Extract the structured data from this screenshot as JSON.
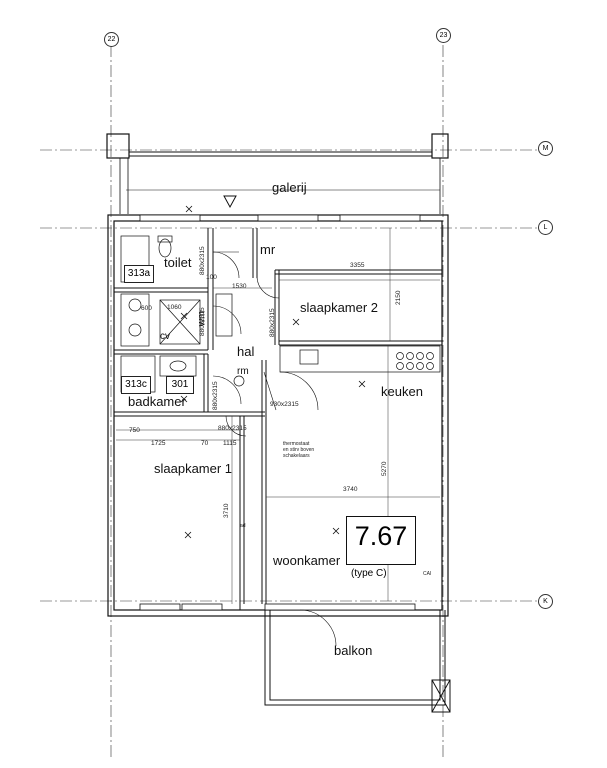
{
  "grid": {
    "col_22": "22",
    "col_23": "23",
    "row_M": "M",
    "row_L": "L",
    "row_K": "K"
  },
  "rooms": {
    "galerij": "galerij",
    "toilet": "toilet",
    "mr": "mr",
    "slaapkamer2": "slaapkamer 2",
    "hal": "hal",
    "rm": "rm",
    "keuken": "keuken",
    "badkamer": "badkamer",
    "slaapkamer1": "slaapkamer 1",
    "woonkamer": "woonkamer",
    "balkon": "balkon"
  },
  "codes": {
    "c313a": "313a",
    "c313c": "313c",
    "c301": "301",
    "cv": "cv",
    "wm": "wm"
  },
  "dimensions": {
    "d3355": "3355",
    "d1530": "1530",
    "d1060": "1060",
    "d2150": "2150",
    "d750": "750",
    "d1725": "1725",
    "d70": "70",
    "d1115": "1115",
    "d3740": "3740",
    "d5270": "5270",
    "d3710": "3710",
    "d600": "600",
    "d100": "100",
    "door_toilet": "880x2315",
    "door_slaap2": "880x2315",
    "door_bad": "880x2315",
    "door_slaap1": "880x2315",
    "door_wk": "930x2315",
    "door_hal": "880x2315"
  },
  "notes": {
    "thermostaat": [
      "thermostaat",
      "en stirv boven",
      "schakelaars"
    ],
    "ad": "ad",
    "cai": "CAI"
  },
  "type": {
    "number": "7.67",
    "label": "(type C)"
  }
}
